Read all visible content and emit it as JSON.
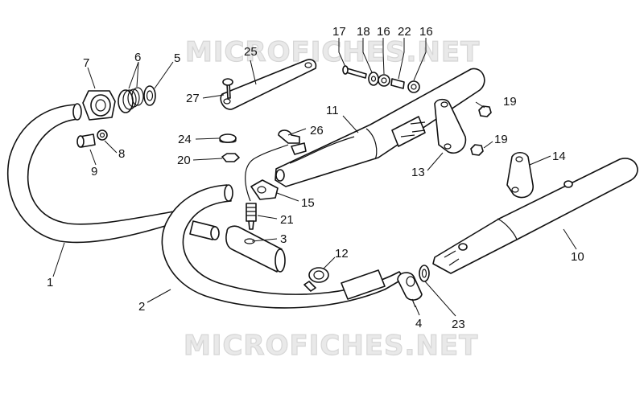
{
  "watermark": "MICROFICHES.NET",
  "colors": {
    "line": "#111111",
    "watermark_fill": "#e9e9e9",
    "watermark_stroke": "#d6d6d6"
  },
  "callouts": [
    {
      "id": "c17",
      "num": "17"
    },
    {
      "id": "c18",
      "num": "18"
    },
    {
      "id": "c16a",
      "num": "16"
    },
    {
      "id": "c22",
      "num": "22"
    },
    {
      "id": "c16b",
      "num": "16"
    },
    {
      "id": "c25",
      "num": "25"
    },
    {
      "id": "c7",
      "num": "7"
    },
    {
      "id": "c6",
      "num": "6"
    },
    {
      "id": "c5",
      "num": "5"
    },
    {
      "id": "c27",
      "num": "27"
    },
    {
      "id": "c19a",
      "num": "19"
    },
    {
      "id": "c11",
      "num": "11"
    },
    {
      "id": "c26",
      "num": "26"
    },
    {
      "id": "c24",
      "num": "24"
    },
    {
      "id": "c8",
      "num": "8"
    },
    {
      "id": "c9",
      "num": "9"
    },
    {
      "id": "c20",
      "num": "20"
    },
    {
      "id": "c19b",
      "num": "19"
    },
    {
      "id": "c14",
      "num": "14"
    },
    {
      "id": "c13",
      "num": "13"
    },
    {
      "id": "c15",
      "num": "15"
    },
    {
      "id": "c21",
      "num": "21"
    },
    {
      "id": "c3",
      "num": "3"
    },
    {
      "id": "c12",
      "num": "12"
    },
    {
      "id": "c10",
      "num": "10"
    },
    {
      "id": "c1",
      "num": "1"
    },
    {
      "id": "c2",
      "num": "2"
    },
    {
      "id": "c4",
      "num": "4"
    },
    {
      "id": "c23",
      "num": "23"
    }
  ]
}
